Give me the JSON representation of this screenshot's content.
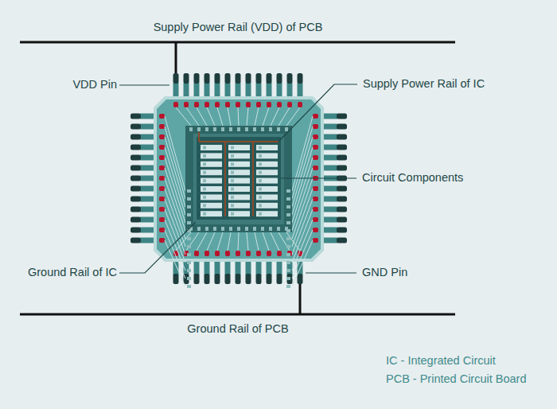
{
  "diagram": {
    "labels": [
      "Supply Power Rail (VDD) of PCB",
      "VDD Pin",
      "Supply Power Rail of IC",
      "Circuit Components",
      "Ground Rail of IC",
      "GND Pin",
      "Ground Rail of PCB",
      "IC - Integrated Circuit",
      "PCB - Printed Circuit Board"
    ]
  }
}
